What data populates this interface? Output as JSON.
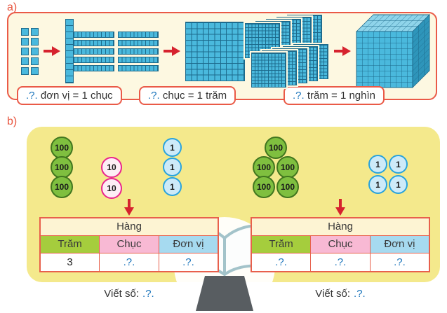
{
  "labels": {
    "a": "a)",
    "b": "b)"
  },
  "section_a": {
    "captions": [
      {
        "q": ".?.",
        "rest": " đơn vị = 1 chục"
      },
      {
        "q": ".?.",
        "rest": " chục = 1 trăm"
      },
      {
        "q": ".?.",
        "rest": " trăm = 1 nghìn"
      }
    ],
    "blocks": {
      "unit_cubes": 10,
      "ten_rods": 10,
      "hundred_flats": 10,
      "thousand_cube": 1
    }
  },
  "section_b": {
    "groups": [
      {
        "hundreds": [
          "100",
          "100",
          "100"
        ],
        "tens": [
          "10",
          "10"
        ],
        "ones": [
          "1",
          "1",
          "1"
        ],
        "table": {
          "header": "Hàng",
          "columns": [
            "Trăm",
            "Chục",
            "Đơn vị"
          ],
          "values": [
            "3",
            ".?.",
            ".?."
          ]
        },
        "write_number": {
          "label": "Viết số:",
          "value": ".?."
        }
      },
      {
        "hundreds": [
          "100",
          "100",
          "100",
          "100",
          "100"
        ],
        "tens": [],
        "ones": [
          "1",
          "1",
          "1",
          "1"
        ],
        "table": {
          "header": "Hàng",
          "columns": [
            "Trăm",
            "Chục",
            "Đơn vị"
          ],
          "values": [
            ".?.",
            ".?.",
            ".?."
          ]
        },
        "write_number": {
          "label": "Viết số:",
          "value": ".?."
        }
      }
    ]
  },
  "colors": {
    "accent_red": "#e8553f",
    "panel_cream": "#fdf8e1",
    "panel_yellow": "#f4e98c",
    "block_teal": "#4ab9dd",
    "block_teal_dark": "#1d6b8d",
    "circle_green": "#7fbf3f",
    "circle_pink_border": "#e9258d",
    "circle_blue": "#cdeaf8",
    "cell_green": "#a5cd3d",
    "cell_pink": "#f8b9d4",
    "cell_blue": "#a6daf0",
    "answer_blue": "#1b75bc",
    "arrow_red": "#d6232e"
  }
}
